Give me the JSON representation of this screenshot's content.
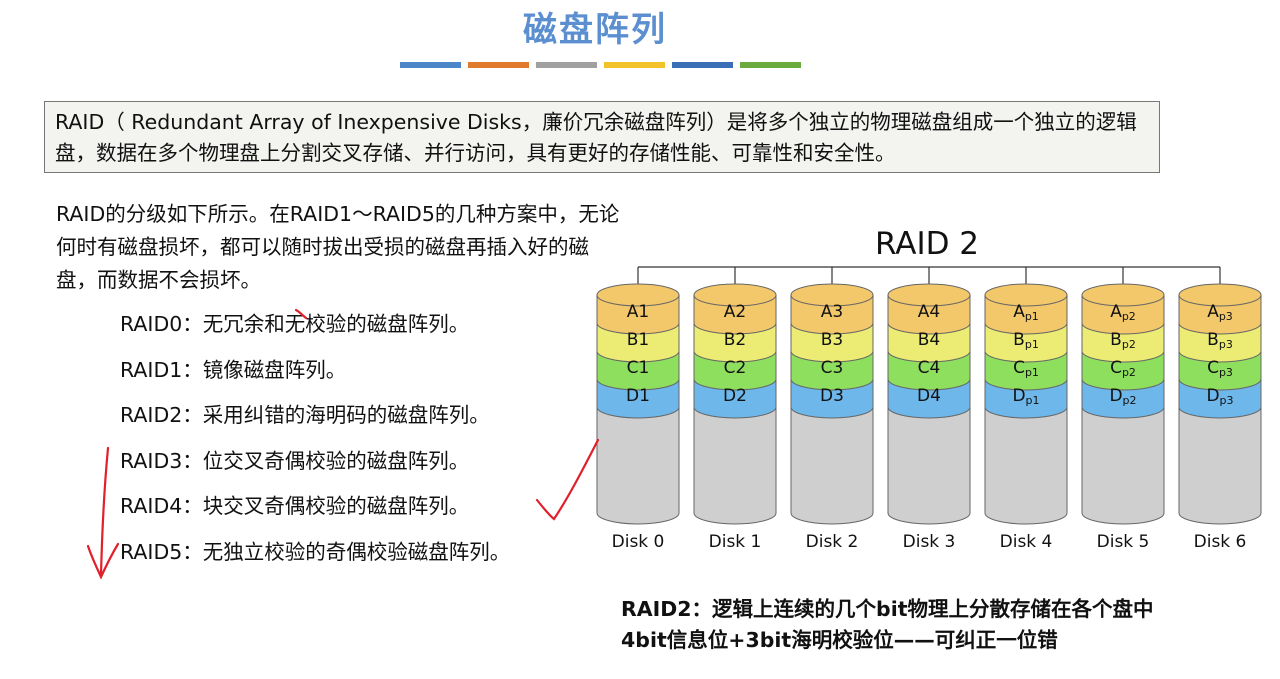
{
  "page_title": "磁盘阵列",
  "accent_bars": [
    "#4a86c8",
    "#e07b2e",
    "#a0a0a0",
    "#f2c22b",
    "#3a6fb8",
    "#6aab3e"
  ],
  "definition": "RAID（ Redundant Array of Inexpensive Disks，廉价冗余磁盘阵列）是将多个独立的物理磁盘组成一个独立的逻辑盘，数据在多个物理盘上分割交叉存储、并行访问，具有更好的存储性能、可靠性和安全性。",
  "intro": "RAID的分级如下所示。在RAID1～RAID5的几种方案中，无论何时有磁盘损坏，都可以随时拔出受损的磁盘再插入好的磁盘，而数据不会损坏。",
  "levels": [
    "RAID0：无冗余和无校验的磁盘阵列。",
    "RAID1：镜像磁盘阵列。",
    "RAID2：采用纠错的海明码的磁盘阵列。",
    "RAID3：位交叉奇偶校验的磁盘阵列。",
    "RAID4：块交叉奇偶校验的磁盘阵列。",
    "RAID5：无独立校验的奇偶校验磁盘阵列。"
  ],
  "diagram": {
    "title": "RAID 2",
    "layer_colors": [
      "#f3c86a",
      "#ecec74",
      "#8fdf5e",
      "#6db7ea"
    ],
    "body_color": "#cfcfcf",
    "disks": [
      {
        "label": "Disk 0",
        "blocks": [
          [
            "A",
            "1"
          ],
          [
            "B",
            "1"
          ],
          [
            "C",
            "1"
          ],
          [
            "D",
            "1"
          ]
        ],
        "subscript": false
      },
      {
        "label": "Disk 1",
        "blocks": [
          [
            "A",
            "2"
          ],
          [
            "B",
            "2"
          ],
          [
            "C",
            "2"
          ],
          [
            "D",
            "2"
          ]
        ],
        "subscript": false
      },
      {
        "label": "Disk 2",
        "blocks": [
          [
            "A",
            "3"
          ],
          [
            "B",
            "3"
          ],
          [
            "C",
            "3"
          ],
          [
            "D",
            "3"
          ]
        ],
        "subscript": false
      },
      {
        "label": "Disk 3",
        "blocks": [
          [
            "A",
            "4"
          ],
          [
            "B",
            "4"
          ],
          [
            "C",
            "4"
          ],
          [
            "D",
            "4"
          ]
        ],
        "subscript": false
      },
      {
        "label": "Disk 4",
        "blocks": [
          [
            "A",
            "p1"
          ],
          [
            "B",
            "p1"
          ],
          [
            "C",
            "p1"
          ],
          [
            "D",
            "p1"
          ]
        ],
        "subscript": true
      },
      {
        "label": "Disk 5",
        "blocks": [
          [
            "A",
            "p2"
          ],
          [
            "B",
            "p2"
          ],
          [
            "C",
            "p2"
          ],
          [
            "D",
            "p2"
          ]
        ],
        "subscript": true
      },
      {
        "label": "Disk 6",
        "blocks": [
          [
            "A",
            "p3"
          ],
          [
            "B",
            "p3"
          ],
          [
            "C",
            "p3"
          ],
          [
            "D",
            "p3"
          ]
        ],
        "subscript": true
      }
    ]
  },
  "note_lines": [
    "RAID2：逻辑上连续的几个bit物理上分散存储在各个盘中",
    "4bit信息位+3bit海明校验位——可纠正一位错"
  ],
  "annotation_color": "#e0202a"
}
